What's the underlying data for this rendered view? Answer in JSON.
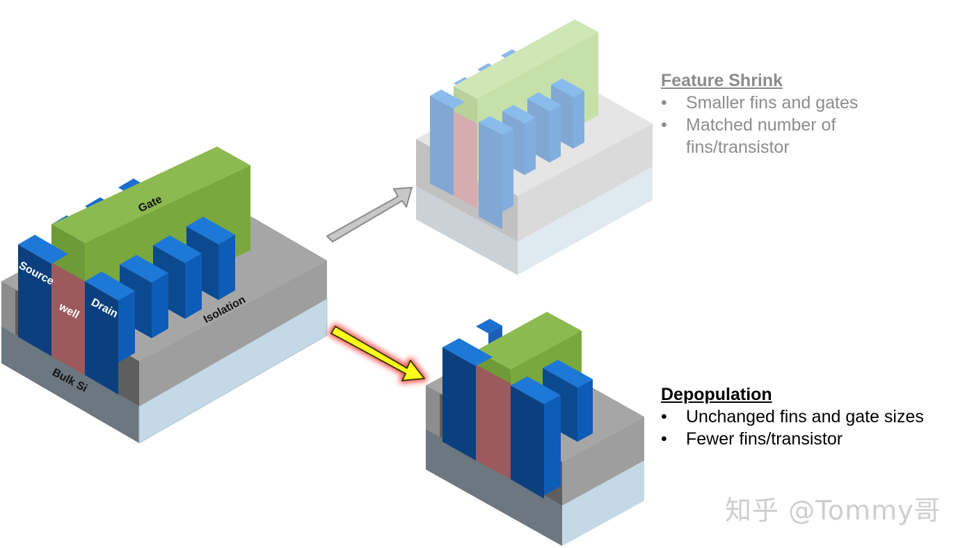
{
  "main_figure": {
    "labels": {
      "gate": "Gate",
      "source": "Source",
      "well": "well",
      "drain": "Drain",
      "isolation": "Isolation",
      "bulk": "Bulk Si"
    }
  },
  "feature_shrink": {
    "heading": "Feature Shrink",
    "bullets": [
      {
        "symbol": "•",
        "text": "Smaller fins and gates"
      },
      {
        "symbol": "•",
        "text": "Matched number of fins/transistor"
      }
    ]
  },
  "depopulation": {
    "heading": "Depopulation",
    "bullets": [
      {
        "symbol": "•",
        "text": "Unchanged fins and gate sizes"
      },
      {
        "symbol": "•",
        "text": "Fewer fins/transistor"
      }
    ]
  },
  "watermark": "知乎 @Tommy哥",
  "colors": {
    "fin": "#0b4f9c",
    "gate": "#7aa83c",
    "well": "#9c5a5e",
    "isolation": "#a6a6a6",
    "bulk": "#c4d9e5",
    "highlight_arrow": "#ffff1a",
    "gray_arrow": "#c8c8c8"
  }
}
